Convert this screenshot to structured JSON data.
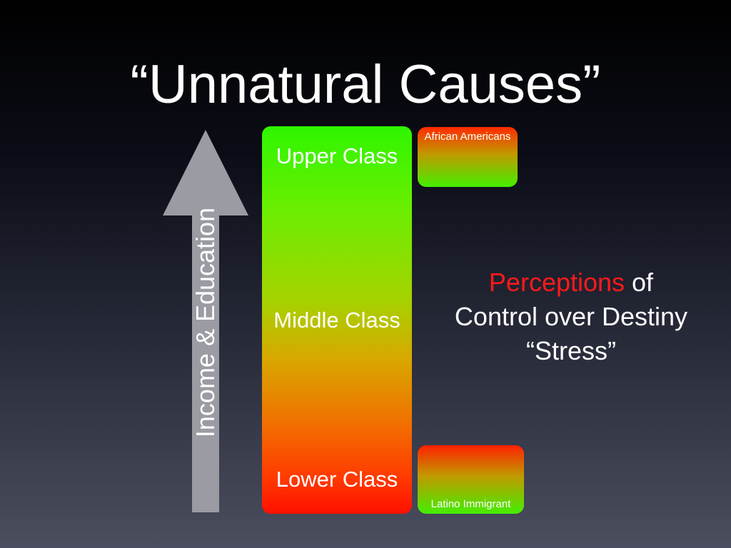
{
  "slide": {
    "title": "“Unnatural Causes”"
  },
  "axis": {
    "label": "Income & Education",
    "arrow_color": "#9a9ba3"
  },
  "class_bar": {
    "labels": {
      "upper": "Upper Class",
      "middle": "Middle Class",
      "lower": "Lower Class"
    },
    "gradient_top_color": "#2ef500",
    "gradient_bottom_color": "#ff1000"
  },
  "groups": {
    "african_americans": "African Americans",
    "latino_immigrant": "Latino Immigrant"
  },
  "perceptions": {
    "highlight": "Perceptions",
    "of": " of",
    "line2": "Control over Destiny",
    "line3": "“Stress”",
    "highlight_color": "#ff1a1a"
  }
}
